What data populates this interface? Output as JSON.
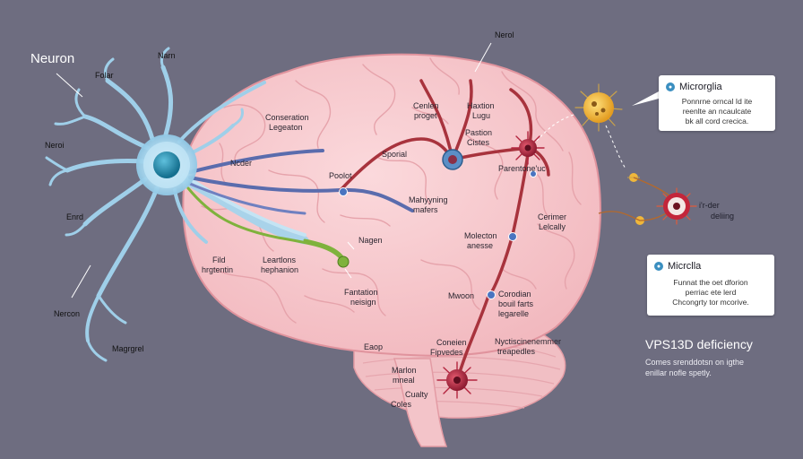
{
  "labels": {
    "neuron": "Neuron",
    "folar": "Folar",
    "narn": "Narn",
    "nerol": "Nerol",
    "neroi": "Neroi",
    "enrd": "Enrd",
    "nercon": "Nercon",
    "magrgrel": "Magrgrel",
    "conseration": "Conseration",
    "legeaton": "Legeaton",
    "ncder": "Ncder",
    "poolot": "Poolot",
    "sporial": "Sporial",
    "cenlen": "Cenlen",
    "proget": "proget",
    "haxtion": "Haxtion",
    "lugu": "Lugu",
    "paction": "Pastion",
    "cistes": "Cistes",
    "parentonue": "Parentone'uc",
    "mahyyning": "Mahyyning",
    "mafers": "mafers",
    "fild": "Fild",
    "hrgtentin": "hrgtentin",
    "leartlons": "Leartlons",
    "hephanion": "hephanion",
    "nagen": "Nagen",
    "molecton": "Molecton",
    "anesse": "anesse",
    "cerimer": "Cerimer",
    "lelcally": "Lelcally",
    "fantation": "Fantation",
    "nenign": "neisign",
    "mwoon": "Mwoon",
    "corodian": "Corodian",
    "bould_farts": "bouil farts",
    "legarelle": "legarelle",
    "cenien": "Coneien",
    "fipvedes": "Fipvedes",
    "nyctisinenenmer": "Nyctiscinenemmer",
    "treapedles": "treapedles",
    "eaop": "Eaop",
    "marlon": "Marlon",
    "mineal": "mneal",
    "cualty": "Cualty",
    "coles": "Coles",
    "irder": "i'r-der",
    "dellnig": "deliing"
  },
  "cards": {
    "microglia": {
      "title": "Microrglia",
      "lines": [
        "Ponnrne orncal Id ite",
        "reenlte an ncaulcate",
        "bk all cord crecica."
      ]
    },
    "micrdlla": {
      "title": "Micrclla",
      "lines": [
        "Funnat the oet dforion",
        "perriac ete lerd",
        "Chcongrty tor mcorive."
      ]
    }
  },
  "vps": {
    "title": "VPS13D deficiency",
    "lines": [
      "Comes srenddotsn on igthe",
      "enillar nofle spetly."
    ]
  },
  "colors": {
    "background": "#6e6d80",
    "brain": "#f6c8cc",
    "brain_outline": "#e59aa3",
    "neuron": "#a8d6ee",
    "nucleus": "#2a8cb0",
    "nerve_red": "#a8333d",
    "nerve_blue": "#5a6cad",
    "nerve_green": "#7fb23c",
    "microglia_body": "#b3253f",
    "microglia_yellow": "#f0b73a"
  }
}
